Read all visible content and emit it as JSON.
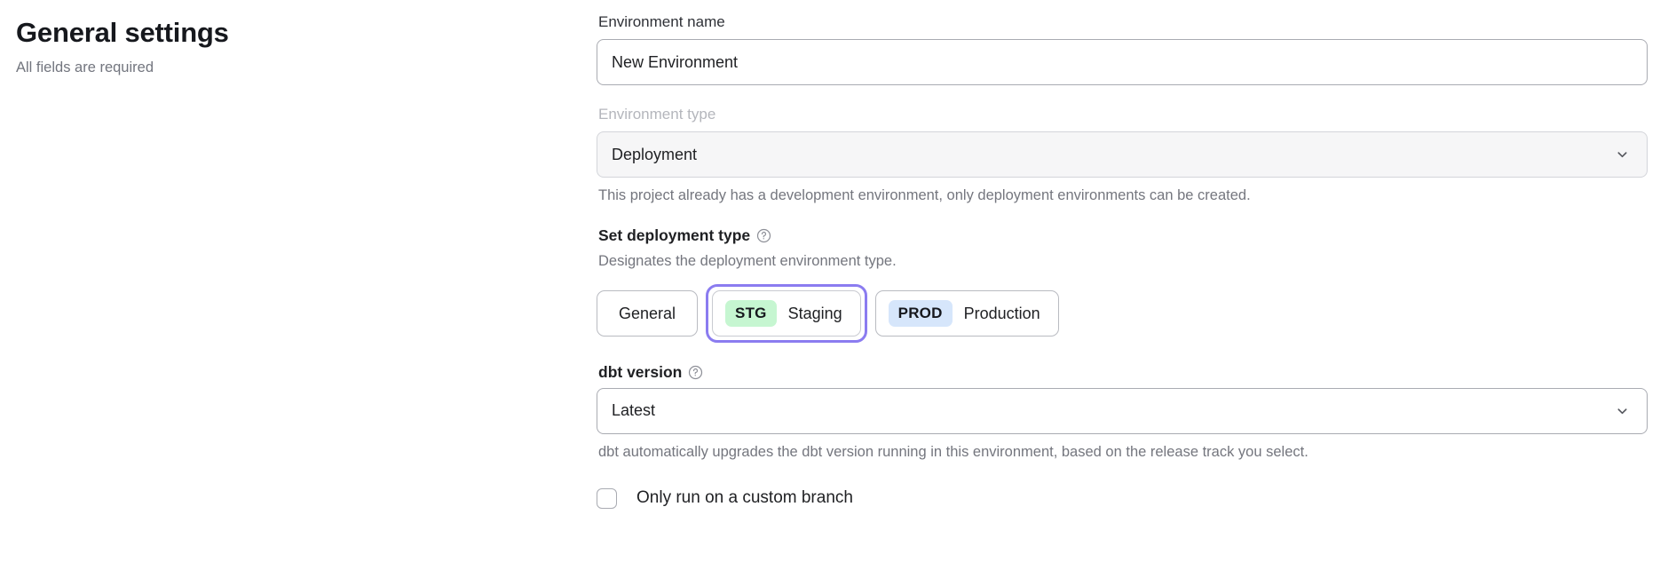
{
  "header": {
    "title": "General settings",
    "subtitle": "All fields are required"
  },
  "form": {
    "environment_name": {
      "label": "Environment name",
      "value": "New Environment",
      "placeholder": "Environment name"
    },
    "environment_type": {
      "label": "Environment type",
      "value": "Deployment",
      "help_text": "This project already has a development environment, only deployment environments can be created.",
      "disabled": true,
      "chevron_icon": "chevron-down-icon"
    },
    "deployment_type": {
      "label": "Set deployment type",
      "help_icon": "question-circle-icon",
      "help_text": "Designates the deployment environment type.",
      "options": [
        {
          "label": "General",
          "badge": "",
          "selected": false
        },
        {
          "label": "Staging",
          "badge": "STG",
          "selected": true,
          "badge_color": "#c6f6d1"
        },
        {
          "label": "Production",
          "badge": "PROD",
          "selected": false,
          "badge_color": "#d6e6fb"
        }
      ],
      "focus_ring_color": "#8b7cf0"
    },
    "dbt_version": {
      "label": "dbt version",
      "help_icon": "question-circle-icon",
      "value": "Latest",
      "help_text": "dbt automatically upgrades the dbt version running in this environment, based on the release track you select.",
      "chevron_icon": "chevron-down-icon"
    },
    "custom_branch": {
      "label": "Only run on a custom branch",
      "checked": false
    }
  }
}
